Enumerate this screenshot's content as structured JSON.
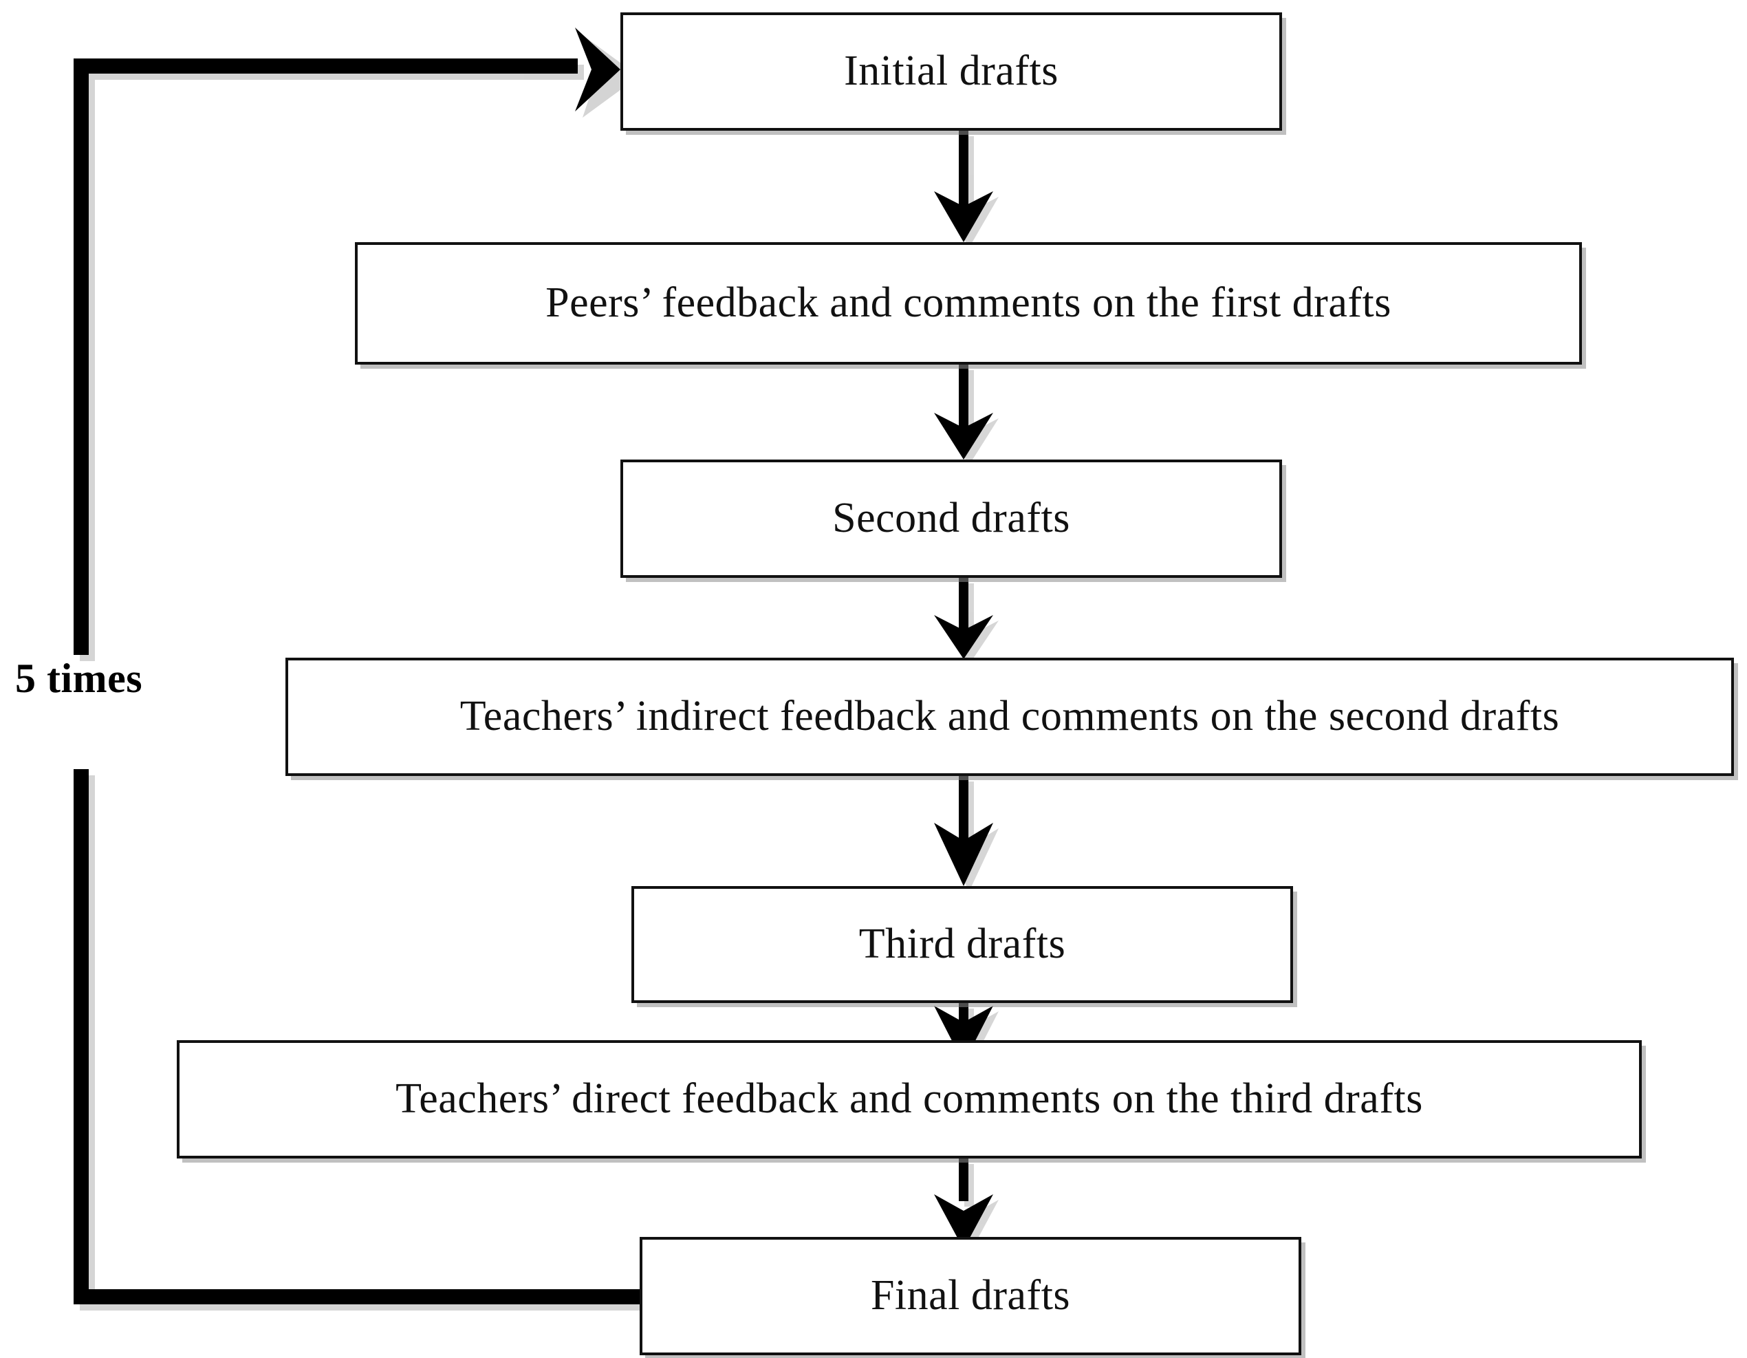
{
  "diagram": {
    "type": "flowchart",
    "title": "Multiple-draft writing process with peer and teacher feedback",
    "orientation": "top-to-bottom with feedback loop",
    "colors": {
      "background": "#ffffff",
      "box_border": "#111111",
      "box_fill": "#ffffff",
      "text": "#111111",
      "connector": "#000000",
      "shadow": "#8c8c8c"
    },
    "nodes": [
      {
        "id": "initial-drafts",
        "label": "Initial drafts"
      },
      {
        "id": "peer-feedback",
        "label": "Peers’ feedback and comments on the first drafts"
      },
      {
        "id": "second-drafts",
        "label": "Second drafts"
      },
      {
        "id": "teacher-indirect",
        "label": "Teachers’ indirect feedback and comments on the second drafts"
      },
      {
        "id": "third-drafts",
        "label": "Third drafts"
      },
      {
        "id": "teacher-direct",
        "label": "Teachers’ direct feedback and comments on the third drafts"
      },
      {
        "id": "final-drafts",
        "label": "Final drafts"
      }
    ],
    "edges": [
      {
        "from": "initial-drafts",
        "to": "peer-feedback",
        "style": "down-arrow"
      },
      {
        "from": "peer-feedback",
        "to": "second-drafts",
        "style": "down-arrow"
      },
      {
        "from": "second-drafts",
        "to": "teacher-indirect",
        "style": "down-arrow"
      },
      {
        "from": "teacher-indirect",
        "to": "third-drafts",
        "style": "down-arrow"
      },
      {
        "from": "third-drafts",
        "to": "teacher-direct",
        "style": "down-arrow"
      },
      {
        "from": "teacher-direct",
        "to": "final-drafts",
        "style": "down-arrow"
      },
      {
        "from": "final-drafts",
        "to": "initial-drafts",
        "style": "loop-left-arrow",
        "label": "5 times"
      }
    ],
    "loop": {
      "label": "5 times",
      "description": "Feedback loop from Final drafts back to Initial drafts, repeated 5 times"
    }
  }
}
